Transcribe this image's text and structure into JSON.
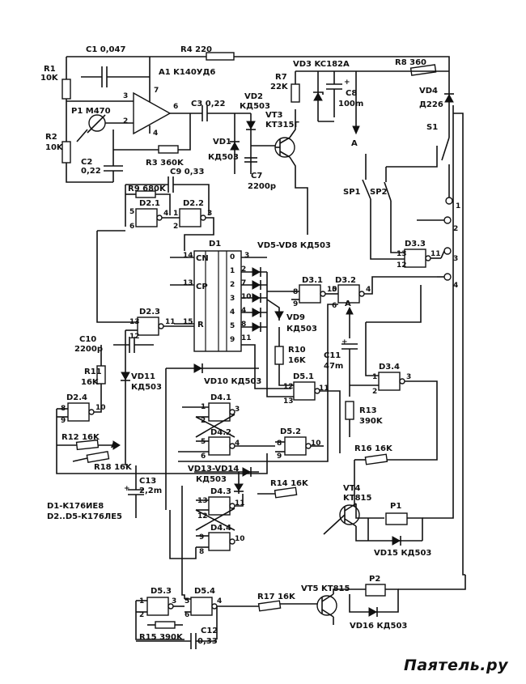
{
  "labels": {
    "c1": "C1 0,047",
    "r4": "R4 220",
    "r1": "R1",
    "r1v": "10K",
    "a1": "A1 K140УД6",
    "vd3": "VD3 KC182A",
    "r8": "R8 360",
    "r7": "R7",
    "r7v": "22K",
    "c8": "C8",
    "c8v": "100m",
    "vd4": "VD4",
    "vd4v": "Д226",
    "p1": "P1 M470",
    "c3": "C3 0,22",
    "vd2": "VD2",
    "vd2v": "КД503",
    "vt3": "VT3",
    "vt3v": "KT315Г",
    "s1": "S1",
    "r2": "R2",
    "r2v": "10K",
    "vd1": "VD1",
    "vd1v": "КД503",
    "c2": "C2",
    "c2v": "0,22",
    "r3": "R3 360K",
    "c7": "C7",
    "c7v": "2200p",
    "a_node": "A",
    "c9": "C9 0,33",
    "r9": "R9 680K",
    "d21": "D2.1",
    "d22": "D2.2",
    "sp1": "SP1",
    "sp2": "SP2",
    "d1": "D1",
    "vd58": "VD5-VD8 КД503",
    "d33": "D3.3",
    "cn": "CN",
    "cp": "CP",
    "r_pin": "R",
    "d31": "D3.1",
    "d32": "D3.2",
    "d23": "D2.3",
    "vd9": "VD9",
    "vd9v": "КД503",
    "c10": "C10",
    "c10v": "2200p",
    "r10": "R10",
    "r10v": "16K",
    "c11": "C11",
    "c11v": "47m",
    "r11": "R11",
    "r11v": "16K",
    "vd11": "VD11",
    "vd11v": "КД503",
    "vd10": "VD10 КД503",
    "d51": "D5.1",
    "d34": "D3.4",
    "d24": "D2.4",
    "d41": "D4.1",
    "r13": "R13",
    "r13v": "390K",
    "r12": "R12 16K",
    "d42": "D4.2",
    "d52": "D5.2",
    "r16": "R16 16K",
    "r18": "R18 16K",
    "vd1314": "VD13-VD14",
    "vd1314v": "КД503",
    "c13": "C13",
    "c13v": "2,2m",
    "r14": "R14 16K",
    "vt4": "VT4",
    "vt4v": "KT815",
    "d1type": "D1-K176ИE8",
    "d2type": "D2..D5-K176ЛE5",
    "d43": "D4.3",
    "p1relay": "P1",
    "d44": "D4.4",
    "vd15": "VD15 КД503",
    "d53": "D5.3",
    "d54": "D5.4",
    "r17": "R17 16K",
    "vt5": "VT5 KT815",
    "p2": "P2",
    "vd16": "VD16 КД503",
    "r15": "R15 390K",
    "c12": "C12",
    "c12v": "0,33"
  },
  "pins": {
    "n1": "1",
    "n2": "2",
    "n3": "3",
    "n4": "4",
    "n5": "5",
    "n6": "6",
    "n7": "7",
    "n8": "8",
    "n9": "9",
    "n10": "10",
    "n11": "11",
    "n12": "12",
    "n13": "13",
    "n14": "14",
    "n15": "15",
    "n0": "0"
  },
  "watermark": "Паятель.ру"
}
